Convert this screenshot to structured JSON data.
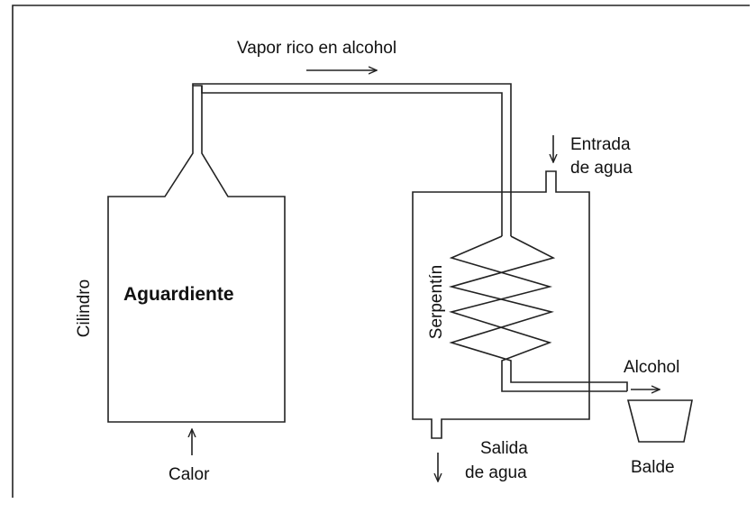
{
  "labels": {
    "vapor": "Vapor rico en alcohol",
    "entrada_line1": "Entrada",
    "entrada_line2": "de agua",
    "aguardiente": "Aguardiente",
    "cilindro": "Cilindro",
    "serpentin": "Serpentín",
    "alcohol": "Alcohol",
    "salida_line1": "Salida",
    "salida_line2": "de agua",
    "calor": "Calor",
    "balde": "Balde"
  },
  "colors": {
    "line": "#222222",
    "text": "#111111",
    "background": "#ffffff"
  }
}
